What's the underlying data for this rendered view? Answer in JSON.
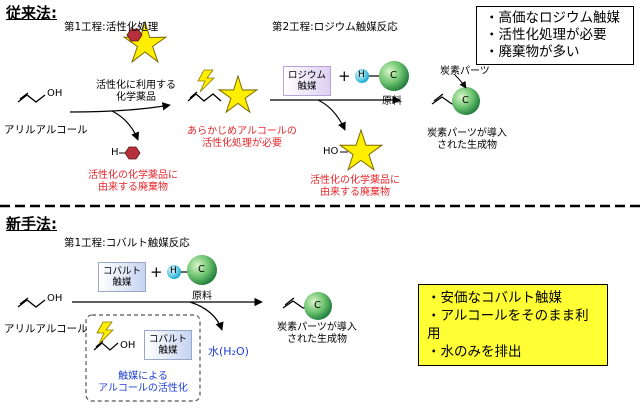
{
  "conventional": {
    "title": "従来法:",
    "step1": "第1工程:活性化処理",
    "step2": "第2工程:ロジウム触媒反応",
    "reagent_label": [
      "活性化に利用する",
      "化学薬品"
    ],
    "allyl_label": "アリルアルコール",
    "pretreat_label": [
      "あらかじめアルコールの",
      "活性化処理が必要"
    ],
    "catalyst_label": [
      "ロジウム",
      "触媒"
    ],
    "raw_material": "原料",
    "carbon_parts": "炭素パーツ",
    "product_label": [
      "炭素パーツが導入",
      "された生成物"
    ],
    "waste1_label": [
      "活性化の化学薬品に",
      "由来する廃棄物"
    ],
    "waste2_label": [
      "活性化の化学薬品に",
      "由来する廃棄物"
    ],
    "summary": [
      "・高価なロジウム触媒",
      "・活性化処理が必要",
      "・廃棄物が多い"
    ]
  },
  "new_method": {
    "title": "新手法:",
    "step1": "第1工程:コバルト触媒反応",
    "catalyst_label": [
      "コバルト",
      "触媒"
    ],
    "raw_material": "原料",
    "allyl_label": "アリルアルコール",
    "product_label": [
      "炭素パーツが導入",
      "された生成物"
    ],
    "water_label": "水(H₂O)",
    "inset_catalyst_label": [
      "コバルト",
      "触媒"
    ],
    "activation_label": [
      "触媒による",
      "アルコールの活性化"
    ],
    "summary": [
      "・安価なコバルト触媒",
      "・アルコールをそのまま利用",
      "・水のみを排出"
    ]
  },
  "chem": {
    "oh": "OH",
    "ho": "HO",
    "h": "H",
    "c": "C",
    "plus": "+"
  },
  "colors": {
    "star": "#ffee00",
    "sphere": "#3fa35a",
    "hexagon": "#b5303a",
    "h_atom": "#22c6e6",
    "accent_red": "#e8262a",
    "accent_blue": "#1f3fd6",
    "highlight": "#ffff33"
  }
}
